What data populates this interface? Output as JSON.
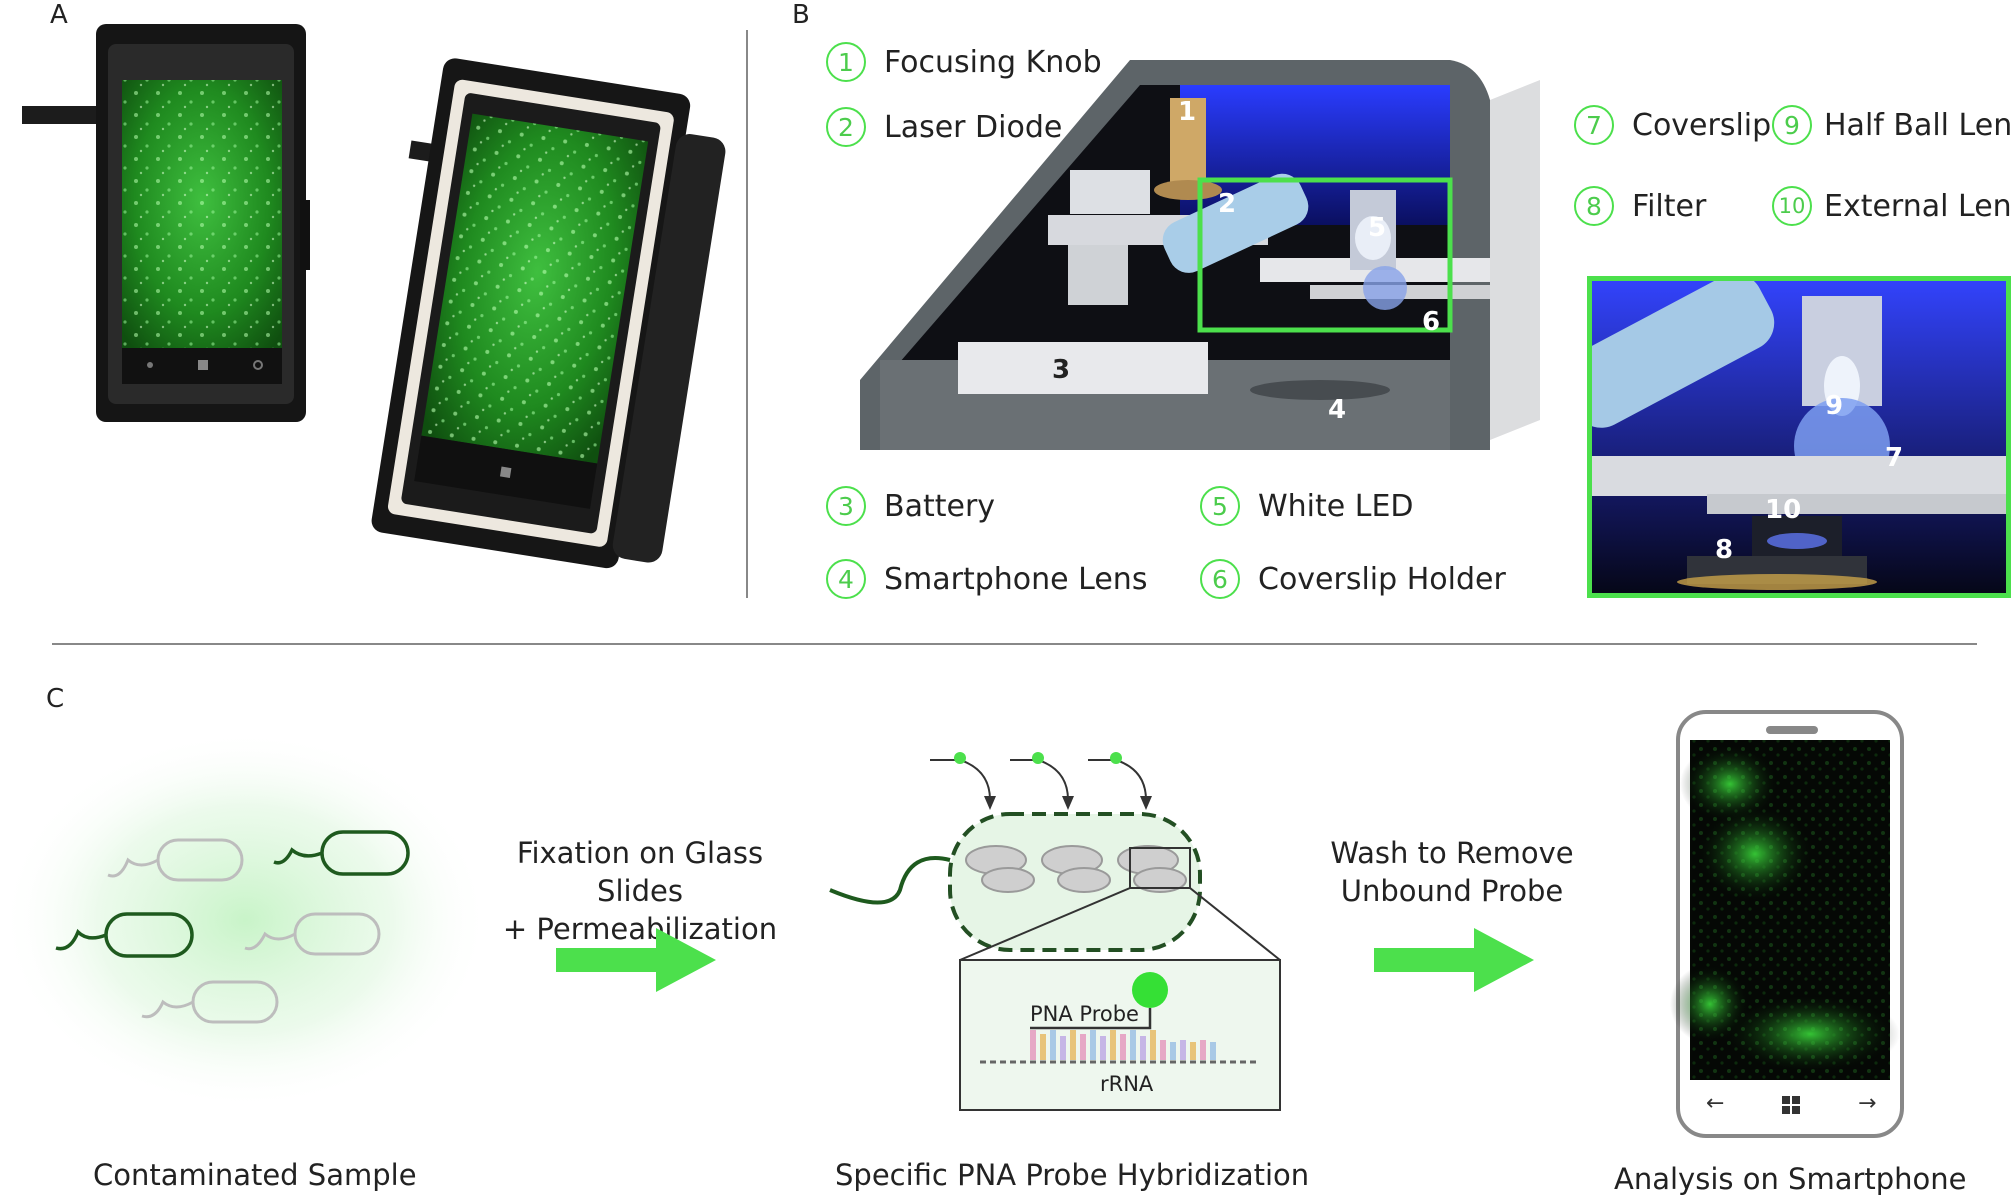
{
  "panels": {
    "a": {
      "letter": "A"
    },
    "b": {
      "letter": "B"
    },
    "c": {
      "letter": "C"
    }
  },
  "legend": [
    {
      "num": "1",
      "label": "Focusing Knob"
    },
    {
      "num": "2",
      "label": "Laser Diode"
    },
    {
      "num": "3",
      "label": "Battery"
    },
    {
      "num": "4",
      "label": "Smartphone Lens"
    },
    {
      "num": "5",
      "label": "White LED"
    },
    {
      "num": "6",
      "label": "Coverslip Holder"
    },
    {
      "num": "7",
      "label": "Coverslip"
    },
    {
      "num": "8",
      "label": "Filter"
    },
    {
      "num": "9",
      "label": "Half Ball Lens"
    },
    {
      "num": "10",
      "label": "External Lens"
    }
  ],
  "device_labels": [
    "1",
    "2",
    "3",
    "4",
    "5",
    "6"
  ],
  "inset_labels": [
    "9",
    "7",
    "10",
    "8"
  ],
  "steps": {
    "fixation_line1": "Fixation on Glass Slides",
    "fixation_line2": "+ Permeabilization",
    "wash_line1": "Wash to Remove",
    "wash_line2": "Unbound Probe"
  },
  "captions": {
    "sample": "Contaminated Sample",
    "hybridization": "Specific PNA Probe Hybridization",
    "analysis": "Analysis on Smartphone"
  },
  "zoom_labels": {
    "probe": "PNA Probe",
    "rrna": "rRNA"
  },
  "colors": {
    "accent_green": "#4ce04c",
    "dark_green": "#1e5a1e",
    "device_gray": "#5e6468",
    "fluorescence": "#2ecc2e"
  }
}
